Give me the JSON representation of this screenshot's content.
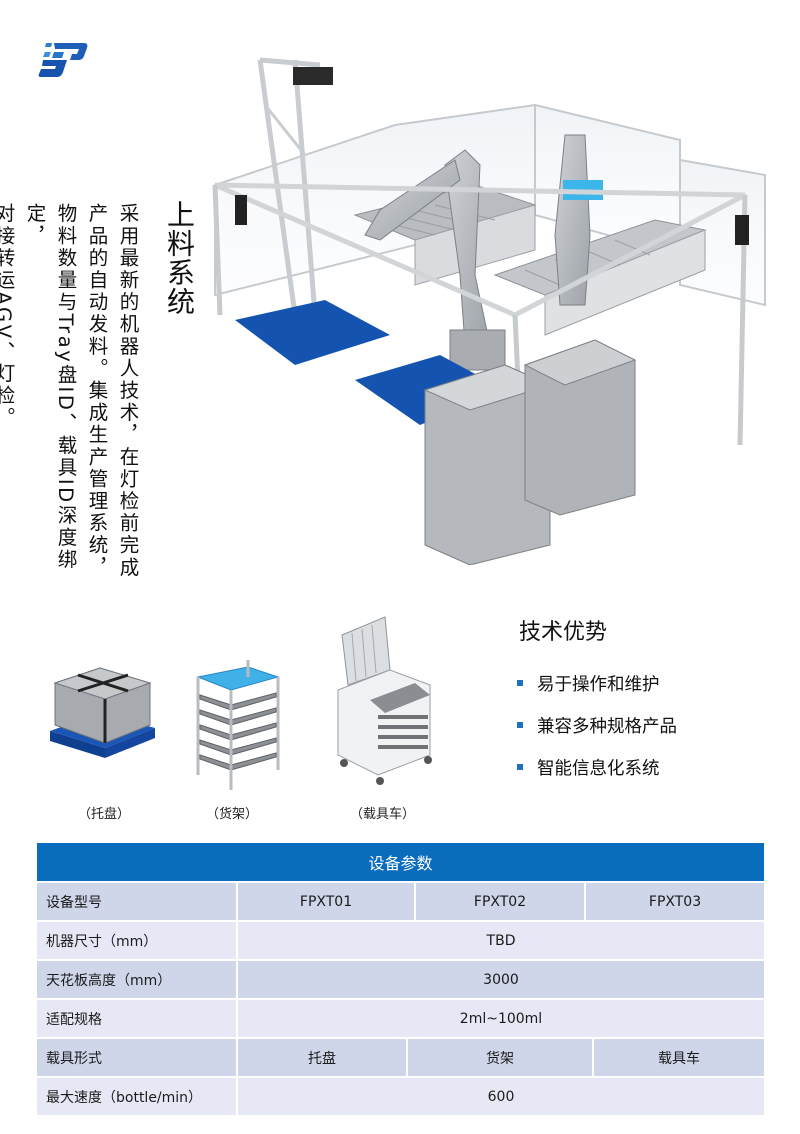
{
  "brand": {
    "logo_icon": "company-logo-icon",
    "accent_color": "#0a6cbd"
  },
  "title": "上料系统",
  "description_columns": [
    "采用最新的机器人技术，在灯检前完成",
    "产品的自动发料。集成生产管理系统，",
    "物料数量与Tray盘ID、载具ID深度绑定，",
    "对接转运AGV、灯检。"
  ],
  "hero_image": {
    "alt": "loading-system-3d-render",
    "icon": "robot-cell-illustration"
  },
  "products": [
    {
      "caption": "（托盘）",
      "icon": "pallet-image"
    },
    {
      "caption": "（货架）",
      "icon": "rack-image"
    },
    {
      "caption": "（载具车）",
      "icon": "carrier-cart-image"
    }
  ],
  "advantages": {
    "title": "技术优势",
    "items": [
      "易于操作和维护",
      "兼容多种规格产品",
      "智能信息化系统"
    ],
    "bullet_color": "#1f6fc2"
  },
  "spec_table": {
    "title": "设备参数",
    "header_color": "#0a6cbd",
    "row_dark_color": "#cfd6ea",
    "row_light_color": "#e6e9f5",
    "rows": [
      {
        "label": "设备型号",
        "values": [
          "FPXT01",
          "FPXT02",
          "FPXT03"
        ]
      },
      {
        "label": "机器尺寸（mm）",
        "values": [
          "TBD"
        ]
      },
      {
        "label": "天花板高度（mm）",
        "values": [
          "3000"
        ]
      },
      {
        "label": "适配规格",
        "values": [
          "2ml~100ml"
        ]
      },
      {
        "label": "载具形式",
        "values": [
          "托盘",
          "货架",
          "载具车"
        ]
      },
      {
        "label": "最大速度（bottle/min）",
        "values": [
          "600"
        ]
      }
    ]
  }
}
